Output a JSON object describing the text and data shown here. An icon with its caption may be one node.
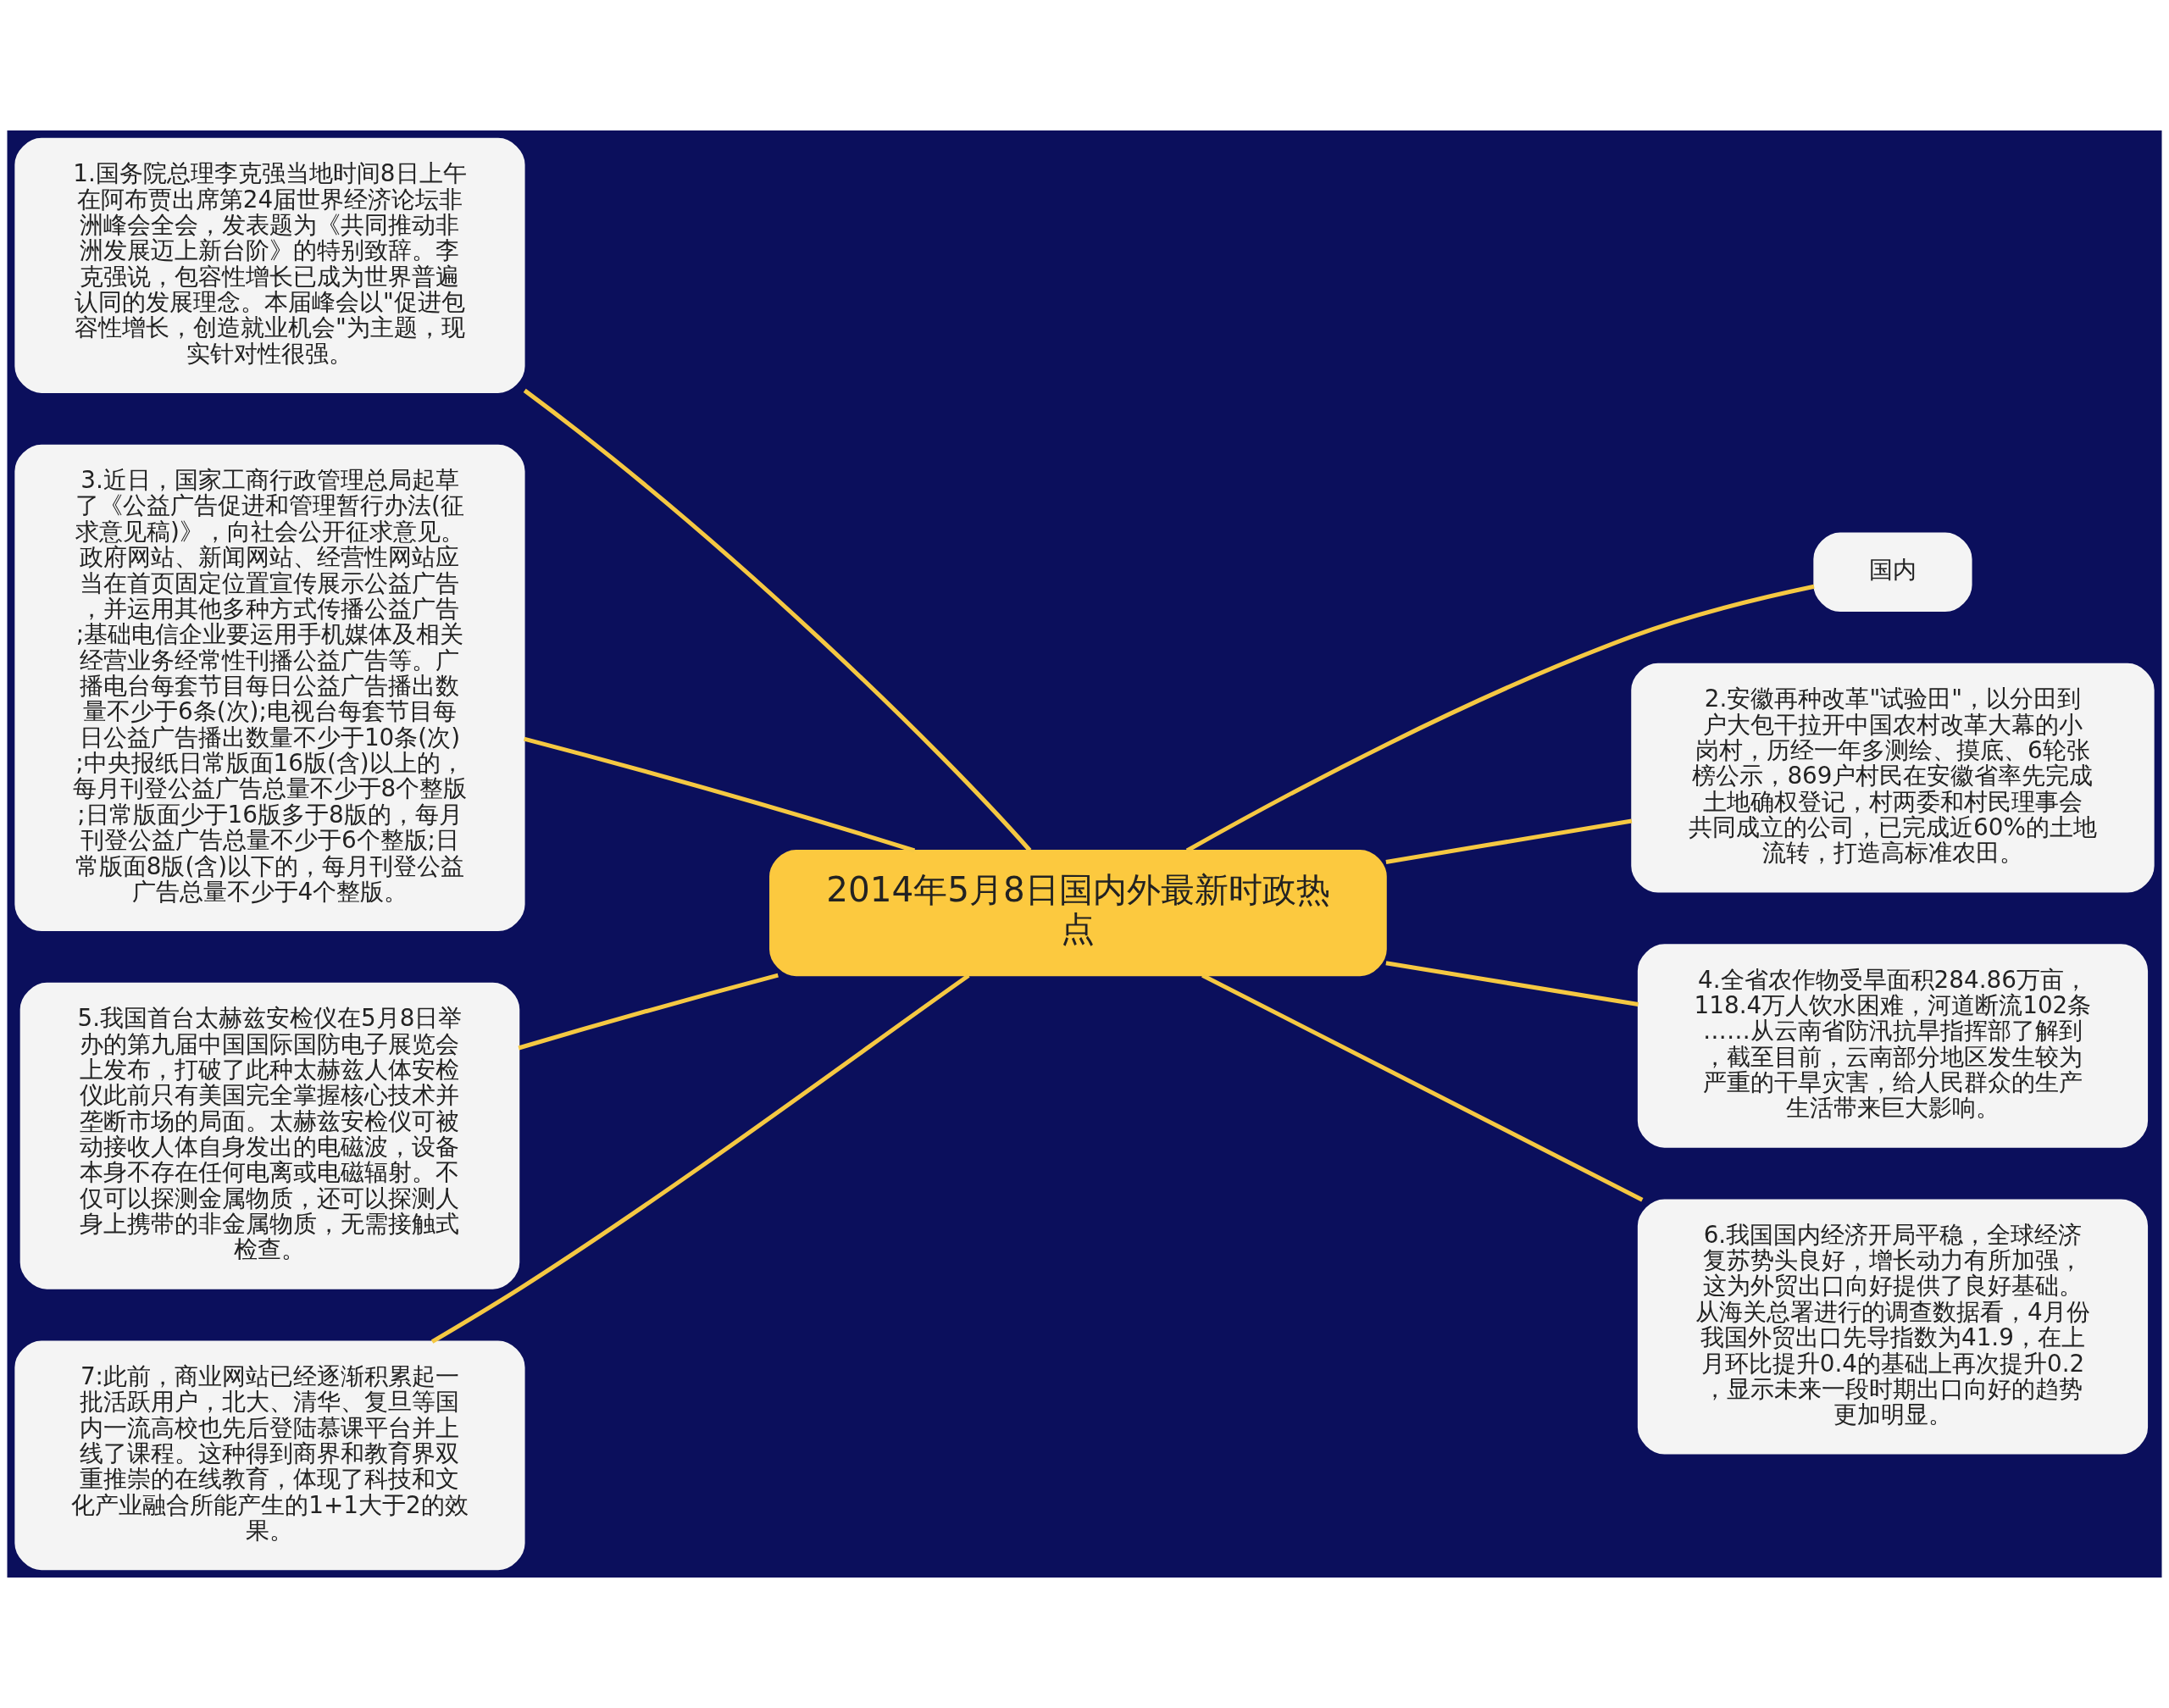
{
  "diagram": {
    "nodes": [
      {
        "text": [
          "2014年5月8日国内外最新时政热点"
        ]
      },
      {
        "text": [
          "1.国务院总理李克强当地时间8日上午在阿布贾出席第24届世界经济论坛非洲峰会全会，发表题为《共同推动非洲发展迈上新台阶》的特别致辞。李克强说，包容性增长已成为世界普遍认同的发展理念。本届峰会以\"促进包容性增长，创造就业机会\"为主题，现实针对性很强。"
        ]
      },
      {
        "text": [
          "国内"
        ]
      },
      {
        "text": [
          "2.安徽再种改革\"试验田\"，以分田到户大包干拉开中国农村改革大幕的小岗村，历经一年多测绘、摸底、6轮张榜公示，869户村民在安徽省率先完成土地确权登记，村两委和村民理事会共同成立的公司，已完成近60%的土地流转，打造高标准农田。"
        ]
      },
      {
        "text": [
          "3.近日，国家工商行政管理总局起草了《公益广告促进和管理暂行办法(征求意见稿)》，向社会公开征求意见。政府网站、新闻网站、经营性网站应当在首页固定位置宣传展示公益广告，并运用其他多种方式传播公益广告;基础电信企业要运用手机媒体及相关经营业务经常性刊播公益广告等。广播电台每套节目每日公益广告播出数量不少于6条(次);电视台每套节目每日公益广告播出数量不少于10条(次);中央报纸日常版面16版(含)以上的，每月刊登公益广告总量不少于8个整版;日常版面少于16版多于8版的，每月刊登公益广告总量不少于6个整版;日常版面8版(含)以下的，每月刊登公益广告总量不少于4个整版。"
        ]
      },
      {
        "text": [
          "4.全省农作物受旱面积284.86万亩，118.4万人饮水困难，河道断流102条……从云南省防汛抗旱指挥部了解到，截至目前，云南部分地区发生较为严重的干旱灾害，给人民群众的生产生活带来巨大影响。"
        ]
      },
      {
        "text": [
          "5.我国首台太赫兹安检仪在5月8日举办的第九届中国国际国防电子展览会上发布，打破了此种太赫兹人体安检仪此前只有美国完全掌握核心技术并垄断市场的局面。太赫兹安检仪可被动接收人体自身发出的电磁波，设备本身不存在任何电离或电磁辐射。不仅可以探测金属物质，还可以探测人身上携带的非金属物质，无需接触式检查。"
        ]
      },
      {
        "text": [
          "6.我国国内经济开局平稳，全球经济复苏势头良好，增长动力有所加强，这为外贸出口向好提供了良好基础。从海关总署进行的调查数据看，4月份我国外贸出口先导指数为41.9，在上月环比提升0.4的基础上再次提升0.2，显示未来一段时期出口向好的趋势更加明显。"
        ]
      },
      {
        "text": [
          "7:此前，商业网站已经逐渐积累起一批活跃用户，北大、清华、复旦等国内一流高校也先后登陆慕课平台并上线了课程。这种得到商界和教育界双重推崇的在线教育，体现了科技和文化产业融合所能产生的1+1大于2的效果。"
        ]
      }
    ],
    "edges": [
      {
        "from": 0,
        "to": 1,
        "arrow": "none"
      },
      {
        "from": 0,
        "to": 2,
        "arrow": "none"
      },
      {
        "from": 0,
        "to": 3,
        "arrow": "none"
      },
      {
        "from": 0,
        "to": 4,
        "arrow": "none"
      },
      {
        "from": 0,
        "to": 5,
        "arrow": "none"
      },
      {
        "from": 0,
        "to": 6,
        "arrow": "none"
      },
      {
        "from": 0,
        "to": 7,
        "arrow": "none"
      },
      {
        "from": 0,
        "to": 8,
        "arrow": "none"
      }
    ]
  }
}
